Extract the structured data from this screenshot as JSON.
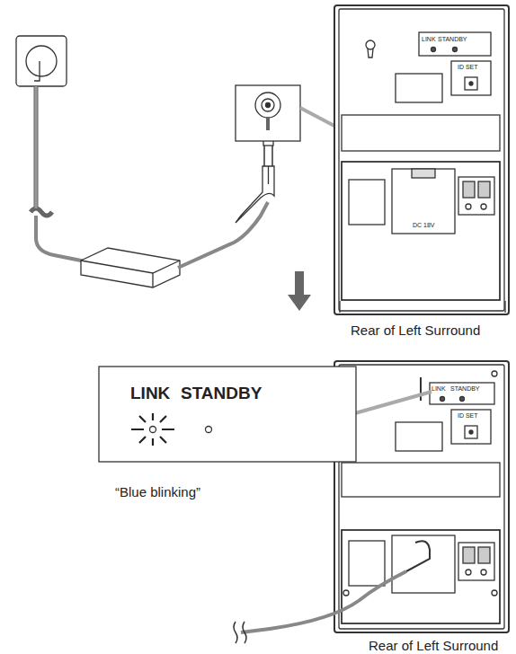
{
  "diagram": {
    "labels": [
      "LINK",
      "STANDBY",
      "ID SET",
      "DC 18V",
      "Rear of Left Surround",
      "LINK",
      "STANDBY",
      "“Blue blinking”",
      "LINK",
      "STANDBY",
      "ID SET",
      "Rear of Left Surround"
    ]
  }
}
